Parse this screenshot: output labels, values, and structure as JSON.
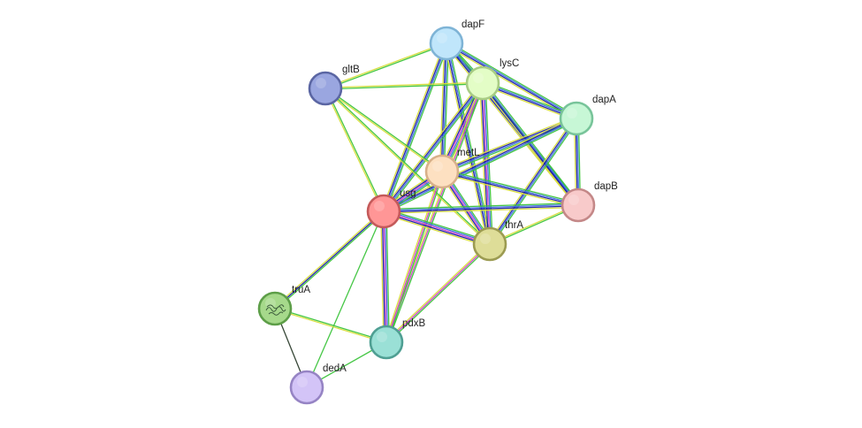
{
  "network": {
    "nodes": [
      {
        "id": "dapF",
        "label": "dapF",
        "color": "#c0e6fb",
        "border": "#7fb4d6"
      },
      {
        "id": "lysC",
        "label": "lysC",
        "color": "#e3fdc6",
        "border": "#a8cc84"
      },
      {
        "id": "gltB",
        "label": "gltB",
        "color": "#9aa6e0",
        "border": "#5b66a3"
      },
      {
        "id": "dapA",
        "label": "dapA",
        "color": "#c7f7d6",
        "border": "#78c49a"
      },
      {
        "id": "metL",
        "label": "metL",
        "color": "#fde0c1",
        "border": "#d8b08a"
      },
      {
        "id": "usg",
        "label": "usg",
        "color": "#ff9696",
        "border": "#c45a5a"
      },
      {
        "id": "dapB",
        "label": "dapB",
        "color": "#f8caca",
        "border": "#c48888"
      },
      {
        "id": "thrA",
        "label": "thrA",
        "color": "#dedd98",
        "border": "#9c9b52"
      },
      {
        "id": "truA",
        "label": "truA",
        "color": "#a6d98b",
        "border": "#5d9e48",
        "has_structure_image": true
      },
      {
        "id": "pdxB",
        "label": "pdxB",
        "color": "#9ae0d6",
        "border": "#4f9f93"
      },
      {
        "id": "dedA",
        "label": "dedA",
        "color": "#d3c4f7",
        "border": "#9684c4"
      }
    ],
    "edges": [
      {
        "source": "dapF",
        "target": "lysC",
        "evidence": [
          "green",
          "blue",
          "darkblue",
          "yellow"
        ]
      },
      {
        "source": "dapF",
        "target": "gltB",
        "evidence": [
          "green",
          "yellow"
        ]
      },
      {
        "source": "dapF",
        "target": "dapA",
        "evidence": [
          "green",
          "blue",
          "darkblue",
          "yellow"
        ]
      },
      {
        "source": "dapF",
        "target": "metL",
        "evidence": [
          "green",
          "blue",
          "darkblue",
          "yellow"
        ]
      },
      {
        "source": "dapF",
        "target": "usg",
        "evidence": [
          "green",
          "blue",
          "darkblue",
          "yellow"
        ]
      },
      {
        "source": "dapF",
        "target": "dapB",
        "evidence": [
          "green",
          "blue",
          "darkblue",
          "yellow"
        ]
      },
      {
        "source": "dapF",
        "target": "thrA",
        "evidence": [
          "green",
          "blue",
          "darkblue",
          "yellow"
        ]
      },
      {
        "source": "lysC",
        "target": "gltB",
        "evidence": [
          "green",
          "yellow"
        ]
      },
      {
        "source": "lysC",
        "target": "dapA",
        "evidence": [
          "green",
          "blue",
          "darkblue",
          "yellow"
        ]
      },
      {
        "source": "lysC",
        "target": "metL",
        "evidence": [
          "green",
          "blue",
          "magenta",
          "darkblue",
          "yellow"
        ]
      },
      {
        "source": "lysC",
        "target": "usg",
        "evidence": [
          "green",
          "blue",
          "darkblue",
          "yellow"
        ]
      },
      {
        "source": "lysC",
        "target": "dapB",
        "evidence": [
          "green",
          "blue",
          "darkblue",
          "yellow"
        ]
      },
      {
        "source": "lysC",
        "target": "thrA",
        "evidence": [
          "green",
          "blue",
          "magenta",
          "darkblue",
          "yellow"
        ]
      },
      {
        "source": "lysC",
        "target": "pdxB",
        "evidence": [
          "green",
          "magenta",
          "yellow"
        ]
      },
      {
        "source": "gltB",
        "target": "metL",
        "evidence": [
          "green",
          "yellow"
        ]
      },
      {
        "source": "gltB",
        "target": "usg",
        "evidence": [
          "green",
          "yellow"
        ]
      },
      {
        "source": "gltB",
        "target": "thrA",
        "evidence": [
          "green",
          "yellow"
        ]
      },
      {
        "source": "dapA",
        "target": "metL",
        "evidence": [
          "green",
          "blue",
          "darkblue",
          "yellow"
        ]
      },
      {
        "source": "dapA",
        "target": "usg",
        "evidence": [
          "green",
          "blue",
          "darkblue",
          "yellow"
        ]
      },
      {
        "source": "dapA",
        "target": "dapB",
        "evidence": [
          "green",
          "blue",
          "darkblue",
          "yellow"
        ]
      },
      {
        "source": "dapA",
        "target": "thrA",
        "evidence": [
          "green",
          "blue",
          "darkblue",
          "yellow"
        ]
      },
      {
        "source": "metL",
        "target": "usg",
        "evidence": [
          "green",
          "blue",
          "magenta",
          "darkblue",
          "yellow"
        ]
      },
      {
        "source": "metL",
        "target": "dapB",
        "evidence": [
          "green",
          "blue",
          "darkblue",
          "yellow"
        ]
      },
      {
        "source": "metL",
        "target": "thrA",
        "evidence": [
          "green",
          "blue",
          "magenta",
          "darkblue",
          "yellow"
        ]
      },
      {
        "source": "metL",
        "target": "pdxB",
        "evidence": [
          "green",
          "magenta",
          "yellow"
        ]
      },
      {
        "source": "usg",
        "target": "dapB",
        "evidence": [
          "green",
          "blue",
          "darkblue",
          "yellow"
        ]
      },
      {
        "source": "usg",
        "target": "thrA",
        "evidence": [
          "green",
          "blue",
          "magenta",
          "darkblue",
          "yellow"
        ]
      },
      {
        "source": "usg",
        "target": "truA",
        "evidence": [
          "green",
          "darkblue",
          "yellow"
        ]
      },
      {
        "source": "usg",
        "target": "pdxB",
        "evidence": [
          "green",
          "blue",
          "magenta",
          "darkblue",
          "yellow"
        ]
      },
      {
        "source": "usg",
        "target": "dedA",
        "evidence": [
          "green"
        ]
      },
      {
        "source": "dapB",
        "target": "thrA",
        "evidence": [
          "green",
          "yellow"
        ]
      },
      {
        "source": "thrA",
        "target": "pdxB",
        "evidence": [
          "green",
          "magenta",
          "yellow"
        ]
      },
      {
        "source": "truA",
        "target": "pdxB",
        "evidence": [
          "green",
          "yellow"
        ]
      },
      {
        "source": "truA",
        "target": "dedA",
        "evidence": [
          "darkgreen"
        ]
      },
      {
        "source": "pdxB",
        "target": "dedA",
        "evidence": [
          "green"
        ]
      }
    ],
    "evidence_colors": {
      "green": "#3cc43c",
      "blue": "#3d6fe0",
      "darkblue": "#1a1aa6",
      "magenta": "#cf3fcf",
      "yellow": "#d8dd3a",
      "darkgreen": "#2c3d2c"
    }
  }
}
